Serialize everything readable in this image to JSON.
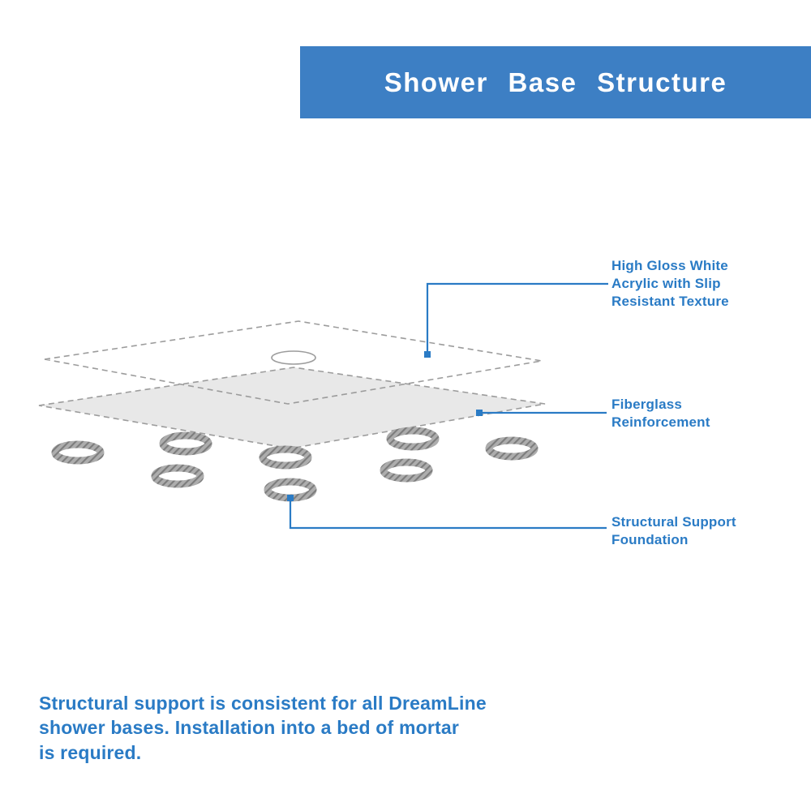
{
  "banner": {
    "title": "Shower Base Structure"
  },
  "callouts": [
    {
      "id": "acrylic",
      "text": "High Gloss White\nAcrylic with Slip\nResistant Texture"
    },
    {
      "id": "fiberglass",
      "text": "Fiberglass\nReinforcement"
    },
    {
      "id": "foundation",
      "text": "Structural Support\nFoundation"
    }
  ],
  "footer": {
    "text": "Structural support is consistent for all DreamLine\nshower bases. Installation into a bed of mortar\nis required."
  },
  "colors": {
    "banner-blue": "#3d7fc4",
    "accent-blue": "#2a7bc5",
    "layer-gray": "#e8e8e8",
    "line-gray": "#9c9c9c",
    "ring-gray": "#adadad",
    "ring-hatch": "#7d7d7d"
  }
}
